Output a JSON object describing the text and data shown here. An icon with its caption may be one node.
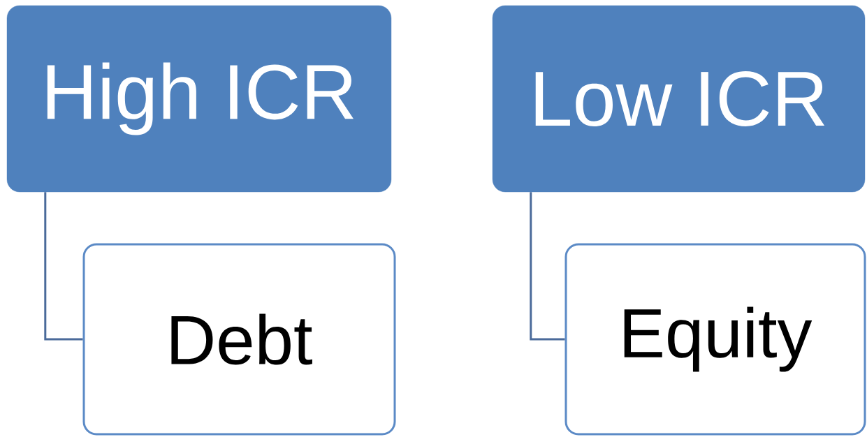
{
  "diagram": {
    "nodes": [
      {
        "text": [
          "High ICR"
        ]
      },
      {
        "text": [
          "Debt"
        ]
      },
      {
        "text": [
          "Low ICR"
        ]
      },
      {
        "text": [
          "Equity"
        ]
      }
    ],
    "edges": [
      {
        "from": 0,
        "to": 1,
        "arrow": "none"
      },
      {
        "from": 2,
        "to": 3,
        "arrow": "none"
      }
    ]
  }
}
